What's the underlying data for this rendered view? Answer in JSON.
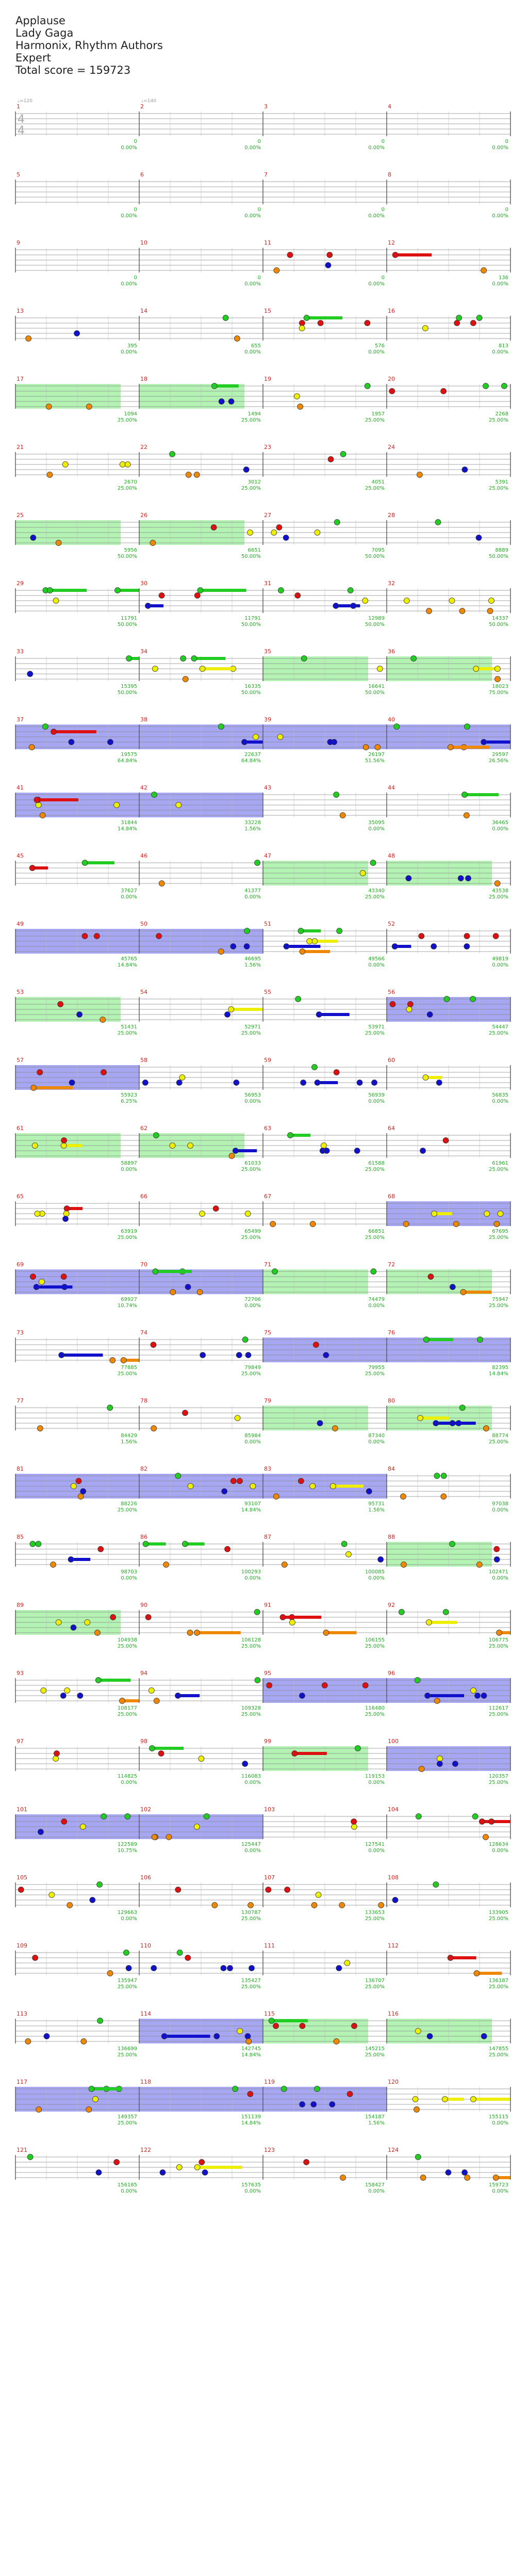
{
  "header": {
    "title": "Applause",
    "artist": "Lady Gaga",
    "charter": "Harmonix, Rhythm Authors",
    "difficulty": "Expert",
    "total_score": "Total score = 159723"
  },
  "tempo_markers": [
    "♩=120",
    "♩=140"
  ],
  "time_signature": [
    "4",
    "4"
  ],
  "colors": {
    "green": "#22cc22",
    "red": "#dd1111",
    "yellow": "#eeee00",
    "blue": "#1111cc",
    "orange": "#ee8800",
    "sp_phrase": "#99ee99",
    "sp_active": "#8888ee",
    "measure_number": "#cc2222",
    "score_text": "#22aa22",
    "grey_text": "#999999"
  },
  "measures": [
    {
      "n": 1,
      "score": "0",
      "pct": "0.00%"
    },
    {
      "n": 2,
      "score": "0",
      "pct": "0.00%"
    },
    {
      "n": 3,
      "score": "0",
      "pct": "0.00%"
    },
    {
      "n": 4,
      "score": "0",
      "pct": "0.00%"
    },
    {
      "n": 5,
      "score": "0",
      "pct": "0.00%"
    },
    {
      "n": 6,
      "score": "0",
      "pct": "0.00%"
    },
    {
      "n": 7,
      "score": "0",
      "pct": "0.00%"
    },
    {
      "n": 8,
      "score": "0",
      "pct": "0.00%"
    },
    {
      "n": 9,
      "score": "0",
      "pct": "0.00%"
    },
    {
      "n": 10,
      "score": "0",
      "pct": "0.00%"
    },
    {
      "n": 11,
      "score": "0",
      "pct": "0.00%"
    },
    {
      "n": 12,
      "score": "136",
      "pct": "0.00%"
    },
    {
      "n": 13,
      "score": "395",
      "pct": "0.00%"
    },
    {
      "n": 14,
      "score": "655",
      "pct": "0.00%"
    },
    {
      "n": 15,
      "score": "576",
      "pct": "0.00%"
    },
    {
      "n": 16,
      "score": "813",
      "pct": "0.00%"
    },
    {
      "n": 17,
      "score": "1094",
      "pct": "25.00%"
    },
    {
      "n": 18,
      "score": "1494",
      "pct": "25.00%"
    },
    {
      "n": 19,
      "score": "1957",
      "pct": "25.00%"
    },
    {
      "n": 20,
      "score": "2268",
      "pct": "25.00%"
    },
    {
      "n": 21,
      "score": "2670",
      "pct": "25.00%"
    },
    {
      "n": 22,
      "score": "3012",
      "pct": "25.00%"
    },
    {
      "n": 23,
      "score": "4051",
      "pct": "25.00%"
    },
    {
      "n": 24,
      "score": "5391",
      "pct": "25.00%"
    },
    {
      "n": 25,
      "score": "5956",
      "pct": "50.00%"
    },
    {
      "n": 26,
      "score": "6651",
      "pct": "50.00%"
    },
    {
      "n": 27,
      "score": "7095",
      "pct": "50.00%"
    },
    {
      "n": 28,
      "score": "8889",
      "pct": "50.00%"
    },
    {
      "n": 29,
      "score": "11791",
      "pct": "50.00%"
    },
    {
      "n": 30,
      "score": "11791",
      "pct": "50.00%"
    },
    {
      "n": 31,
      "score": "12989",
      "pct": "50.00%"
    },
    {
      "n": 32,
      "score": "14337",
      "pct": "50.00%"
    },
    {
      "n": 33,
      "score": "15395",
      "pct": "50.00%"
    },
    {
      "n": 34,
      "score": "16335",
      "pct": "50.00%"
    },
    {
      "n": 35,
      "score": "16641",
      "pct": "50.00%"
    },
    {
      "n": 36,
      "score": "18023",
      "pct": "75.00%"
    },
    {
      "n": 37,
      "score": "19575",
      "pct": "64.84%"
    },
    {
      "n": 38,
      "score": "22637",
      "pct": "64.84%"
    },
    {
      "n": 39,
      "score": "26197",
      "pct": "51.56%"
    },
    {
      "n": 40,
      "score": "29597",
      "pct": "26.56%"
    },
    {
      "n": 41,
      "score": "31844",
      "pct": "14.84%"
    },
    {
      "n": 42,
      "score": "33228",
      "pct": "1.56%"
    },
    {
      "n": 43,
      "score": "35095",
      "pct": "0.00%"
    },
    {
      "n": 44,
      "score": "36465",
      "pct": "0.00%"
    },
    {
      "n": 45,
      "score": "37627",
      "pct": "0.00%"
    },
    {
      "n": 46,
      "score": "41377",
      "pct": "0.00%"
    },
    {
      "n": 47,
      "score": "43340",
      "pct": "25.00%"
    },
    {
      "n": 48,
      "score": "43538",
      "pct": "25.00%"
    },
    {
      "n": 49,
      "score": "45765",
      "pct": "14.84%"
    },
    {
      "n": 50,
      "score": "46695",
      "pct": "1.56%"
    },
    {
      "n": 51,
      "score": "49566",
      "pct": "0.00%"
    },
    {
      "n": 52,
      "score": "49819",
      "pct": "0.00%"
    },
    {
      "n": 53,
      "score": "51431",
      "pct": "25.00%"
    },
    {
      "n": 54,
      "score": "52971",
      "pct": "25.00%"
    },
    {
      "n": 55,
      "score": "53971",
      "pct": "25.00%"
    },
    {
      "n": 56,
      "score": "54447",
      "pct": "25.00%"
    },
    {
      "n": 57,
      "score": "55923",
      "pct": "6.25%"
    },
    {
      "n": 58,
      "score": "56953",
      "pct": "0.00%"
    },
    {
      "n": 59,
      "score": "56939",
      "pct": "0.00%"
    },
    {
      "n": 60,
      "score": "56835",
      "pct": "0.00%"
    },
    {
      "n": 61,
      "score": "58897",
      "pct": "0.00%"
    },
    {
      "n": 62,
      "score": "61033",
      "pct": "25.00%"
    },
    {
      "n": 63,
      "score": "61588",
      "pct": "25.00%"
    },
    {
      "n": 64,
      "score": "61961",
      "pct": "25.00%"
    },
    {
      "n": 65,
      "score": "63919",
      "pct": "25.00%"
    },
    {
      "n": 66,
      "score": "65499",
      "pct": "25.00%"
    },
    {
      "n": 67,
      "score": "66851",
      "pct": "25.00%"
    },
    {
      "n": 68,
      "score": "67695",
      "pct": "25.00%"
    },
    {
      "n": 69,
      "score": "69927",
      "pct": "10.74%"
    },
    {
      "n": 70,
      "score": "72706",
      "pct": "0.00%"
    },
    {
      "n": 71,
      "score": "74479",
      "pct": "0.00%"
    },
    {
      "n": 72,
      "score": "75947",
      "pct": "25.00%"
    },
    {
      "n": 73,
      "score": "77885",
      "pct": "25.00%"
    },
    {
      "n": 74,
      "score": "79849",
      "pct": "25.00%"
    },
    {
      "n": 75,
      "score": "79955",
      "pct": "25.00%"
    },
    {
      "n": 76,
      "score": "82395",
      "pct": "14.84%"
    },
    {
      "n": 77,
      "score": "84429",
      "pct": "1.56%"
    },
    {
      "n": 78,
      "score": "85984",
      "pct": "0.00%"
    },
    {
      "n": 79,
      "score": "87340",
      "pct": "0.00%"
    },
    {
      "n": 80,
      "score": "88774",
      "pct": "25.00%"
    },
    {
      "n": 81,
      "score": "88226",
      "pct": "25.00%"
    },
    {
      "n": 82,
      "score": "93107",
      "pct": "14.84%"
    },
    {
      "n": 83,
      "score": "95731",
      "pct": "1.56%"
    },
    {
      "n": 84,
      "score": "97038",
      "pct": "0.00%"
    },
    {
      "n": 85,
      "score": "98703",
      "pct": "0.00%"
    },
    {
      "n": 86,
      "score": "100293",
      "pct": "0.00%"
    },
    {
      "n": 87,
      "score": "100085",
      "pct": "0.00%"
    },
    {
      "n": 88,
      "score": "102471",
      "pct": "0.00%"
    },
    {
      "n": 89,
      "score": "104938",
      "pct": "25.00%"
    },
    {
      "n": 90,
      "score": "106128",
      "pct": "25.00%"
    },
    {
      "n": 91,
      "score": "106155",
      "pct": "25.00%"
    },
    {
      "n": 92,
      "score": "106775",
      "pct": "25.00%"
    },
    {
      "n": 93,
      "score": "108177",
      "pct": "25.00%"
    },
    {
      "n": 94,
      "score": "109328",
      "pct": "25.00%"
    },
    {
      "n": 95,
      "score": "116480",
      "pct": "25.00%"
    },
    {
      "n": 96,
      "score": "112617",
      "pct": "25.00%"
    },
    {
      "n": 97,
      "score": "114825",
      "pct": "0.00%"
    },
    {
      "n": 98,
      "score": "116083",
      "pct": "0.00%"
    },
    {
      "n": 99,
      "score": "119153",
      "pct": "0.00%"
    },
    {
      "n": 100,
      "score": "120357",
      "pct": "25.00%"
    },
    {
      "n": 101,
      "score": "122589",
      "pct": "10.75%"
    },
    {
      "n": 102,
      "score": "125447",
      "pct": "0.00%"
    },
    {
      "n": 103,
      "score": "127541",
      "pct": "0.00%"
    },
    {
      "n": 104,
      "score": "128634",
      "pct": "0.00%"
    },
    {
      "n": 105,
      "score": "129663",
      "pct": "0.00%"
    },
    {
      "n": 106,
      "score": "130787",
      "pct": "25.00%"
    },
    {
      "n": 107,
      "score": "133653",
      "pct": "25.00%"
    },
    {
      "n": 108,
      "score": "133905",
      "pct": "25.00%"
    },
    {
      "n": 109,
      "score": "135947",
      "pct": "25.00%"
    },
    {
      "n": 110,
      "score": "135427",
      "pct": "25.00%"
    },
    {
      "n": 111,
      "score": "136707",
      "pct": "25.00%"
    },
    {
      "n": 112,
      "score": "136187",
      "pct": "25.00%"
    },
    {
      "n": 113,
      "score": "136699",
      "pct": "25.00%"
    },
    {
      "n": 114,
      "score": "142745",
      "pct": "14.84%"
    },
    {
      "n": 115,
      "score": "145215",
      "pct": "25.00%"
    },
    {
      "n": 116,
      "score": "147855",
      "pct": "25.00%"
    },
    {
      "n": 117,
      "score": "149357",
      "pct": "25.00%"
    },
    {
      "n": 118,
      "score": "151139",
      "pct": "14.84%"
    },
    {
      "n": 119,
      "score": "154187",
      "pct": "1.56%"
    },
    {
      "n": 120,
      "score": "155115",
      "pct": "0.00%"
    },
    {
      "n": 121,
      "score": "156185",
      "pct": "0.00%"
    },
    {
      "n": 122,
      "score": "157635",
      "pct": "0.00%"
    },
    {
      "n": 123,
      "score": "158427",
      "pct": "0.00%"
    },
    {
      "n": 124,
      "score": "159723",
      "pct": "0.00%"
    }
  ]
}
